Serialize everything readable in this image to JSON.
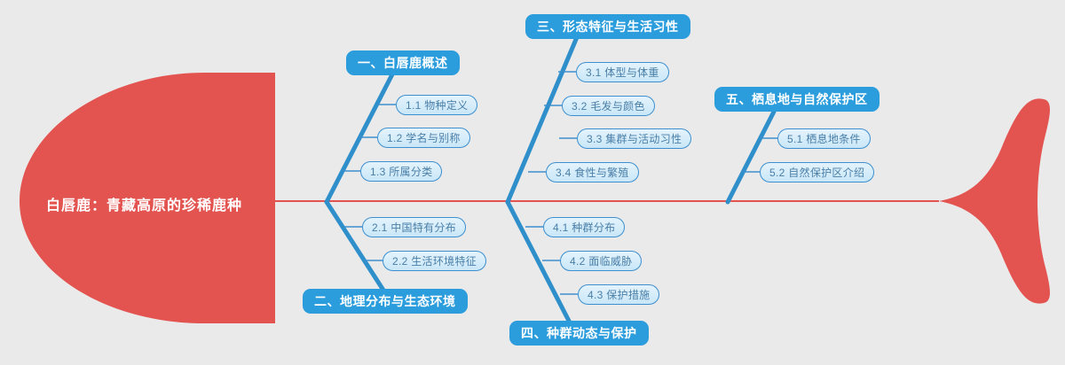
{
  "diagram": {
    "type": "fishbone",
    "background_color": "#eaeaea",
    "head_color": "#e35450",
    "tail_color": "#e35450",
    "spine_color": "#e35450",
    "bone_color": "#2f8fcb",
    "node_l1_color": "#2b9cdc",
    "node_l2_fill": "#d8eefb",
    "node_l2_border": "#3d8fd0",
    "node_l2_text": "#4a7fa8",
    "head": {
      "title": "白唇鹿：青藏高原的珍稀鹿种"
    },
    "branches": [
      {
        "id": "branch-1",
        "label": "一、白唇鹿概述",
        "side": "top",
        "children": [
          {
            "label": "1.1 物种定义"
          },
          {
            "label": "1.2 学名与别称"
          },
          {
            "label": "1.3 所属分类"
          }
        ]
      },
      {
        "id": "branch-2",
        "label": "二、地理分布与生态环境",
        "side": "bottom",
        "children": [
          {
            "label": "2.1 中国特有分布"
          },
          {
            "label": "2.2 生活环境特征"
          }
        ]
      },
      {
        "id": "branch-3",
        "label": "三、形态特征与生活习性",
        "side": "top",
        "children": [
          {
            "label": "3.1 体型与体重"
          },
          {
            "label": "3.2 毛发与颜色"
          },
          {
            "label": "3.3 集群与活动习性"
          },
          {
            "label": "3.4 食性与繁殖"
          }
        ]
      },
      {
        "id": "branch-4",
        "label": "四、种群动态与保护",
        "side": "bottom",
        "children": [
          {
            "label": "4.1 种群分布"
          },
          {
            "label": "4.2 面临威胁"
          },
          {
            "label": "4.3 保护措施"
          }
        ]
      },
      {
        "id": "branch-5",
        "label": "五、栖息地与自然保护区",
        "side": "top",
        "children": [
          {
            "label": "5.1 栖息地条件"
          },
          {
            "label": "5.2 自然保护区介绍"
          }
        ]
      }
    ]
  }
}
